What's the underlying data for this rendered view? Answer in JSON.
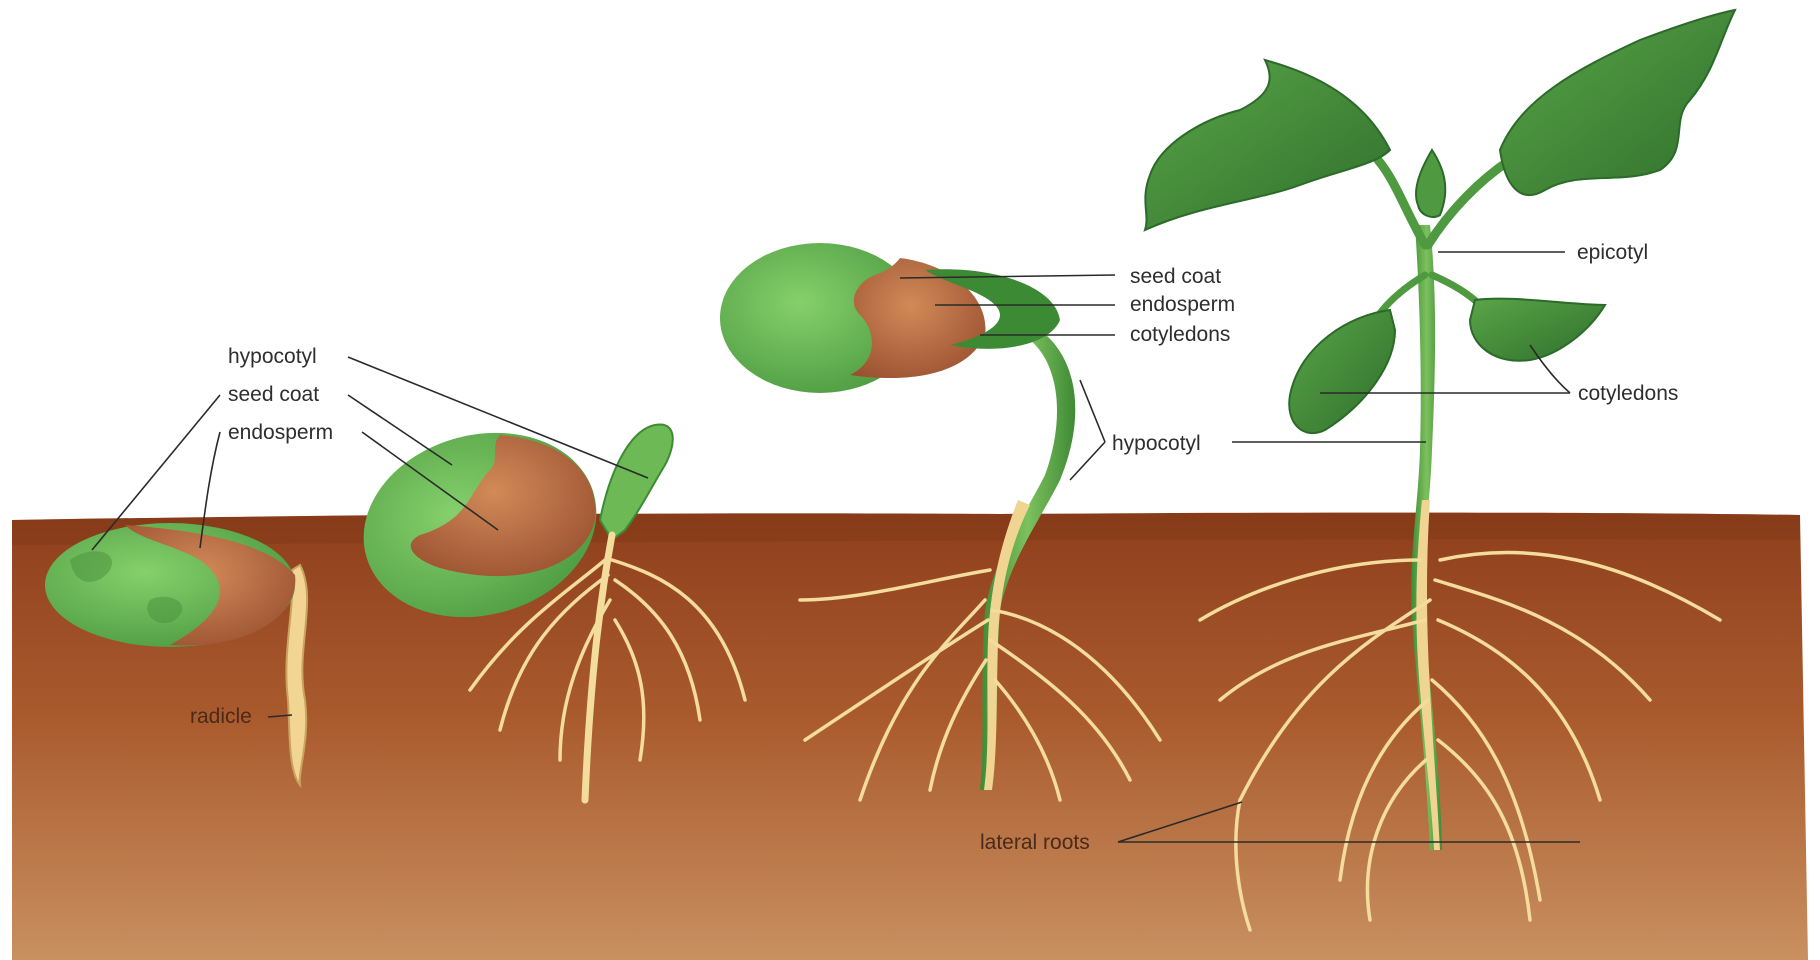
{
  "colors": {
    "soil_top": "#9a4a22",
    "soil_bottom": "#c58a55",
    "seed_green": "#6fc15a",
    "seed_green_dark": "#4f9a43",
    "endosperm": "#b86a3e",
    "root": "#f3dc9c",
    "stem": "#5aa644",
    "leaf": "#3f8f3a",
    "leaf_dark": "#2c6a2a"
  },
  "labels": {
    "stage1": {
      "hypocotyl": "hypocotyl",
      "seed_coat": "seed coat",
      "endosperm": "endosperm",
      "radicle": "radicle"
    },
    "stage3": {
      "seed_coat": "seed coat",
      "endosperm": "endosperm",
      "cotyledons": "cotyledons",
      "hypocotyl": "hypocotyl"
    },
    "stage4": {
      "epicotyl": "epicotyl",
      "cotyledons": "cotyledons",
      "lateral_roots": "lateral roots"
    }
  }
}
